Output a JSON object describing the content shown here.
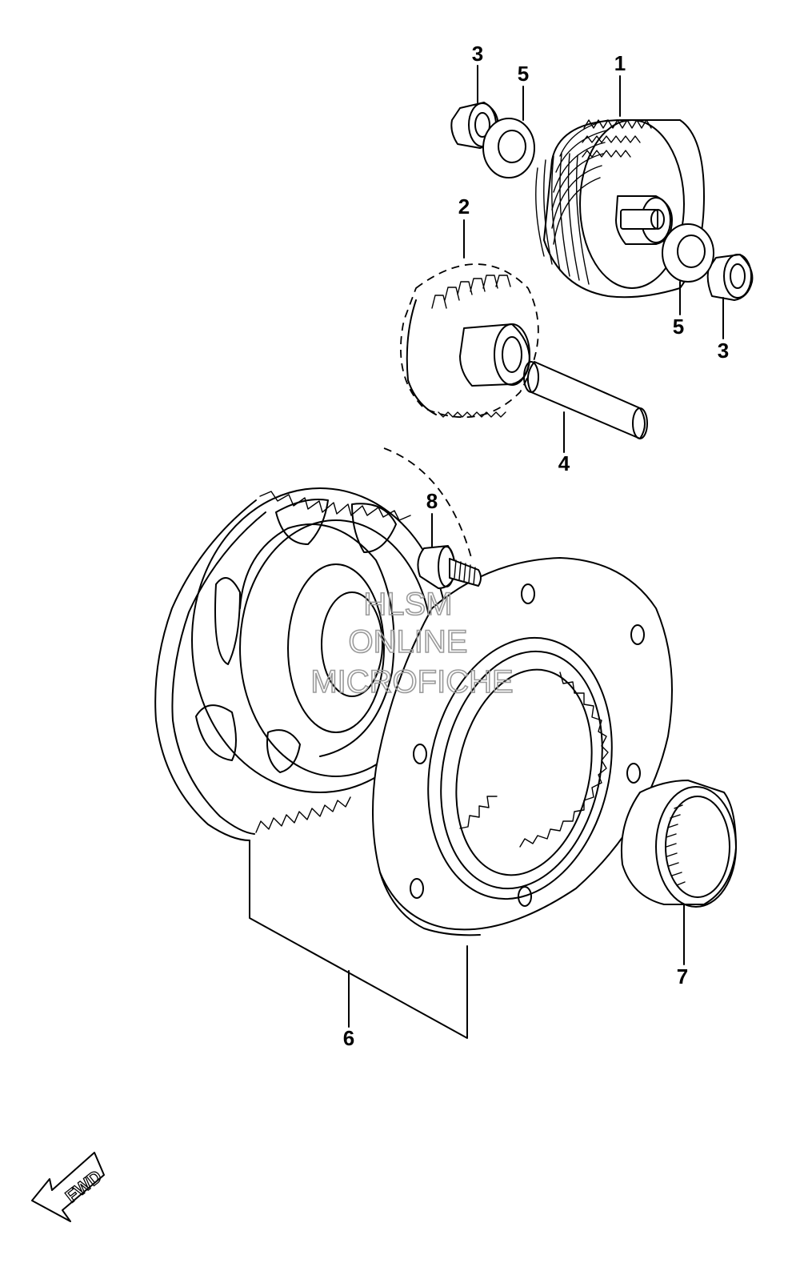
{
  "callouts": [
    {
      "id": "c1",
      "label": "1"
    },
    {
      "id": "c2",
      "label": "2"
    },
    {
      "id": "c3a",
      "label": "3"
    },
    {
      "id": "c3b",
      "label": "3"
    },
    {
      "id": "c4",
      "label": "4"
    },
    {
      "id": "c5a",
      "label": "5"
    },
    {
      "id": "c5b",
      "label": "5"
    },
    {
      "id": "c6",
      "label": "6"
    },
    {
      "id": "c7",
      "label": "7"
    },
    {
      "id": "c8",
      "label": "8"
    }
  ],
  "watermark": {
    "line1": "HLSM",
    "line2": "ONLINE",
    "line3": "MICROFICHE"
  },
  "direction_indicator": {
    "label": "FWD",
    "icon": "arrow-down-left-icon"
  }
}
